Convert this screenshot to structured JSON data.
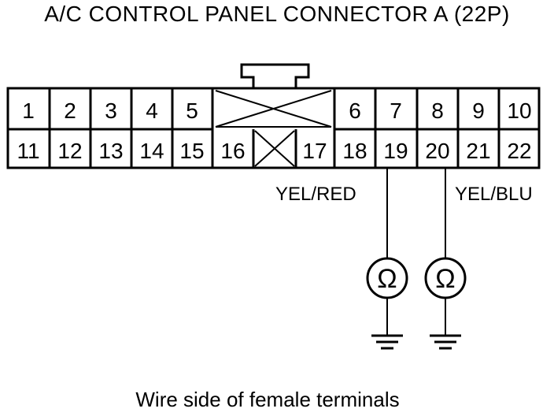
{
  "title": "A/C CONTROL PANEL CONNECTOR A (22P)",
  "caption": "Wire side of female terminals",
  "connector": {
    "top_row": [
      "1",
      "2",
      "3",
      "4",
      "5",
      "6",
      "7",
      "8",
      "9",
      "10"
    ],
    "bottom_row": [
      "11",
      "12",
      "13",
      "14",
      "15",
      "16",
      "17",
      "18",
      "19",
      "20",
      "21",
      "22"
    ]
  },
  "wires": [
    {
      "terminal": "19",
      "color": "YEL/RED",
      "meter_symbol": "Ω",
      "meter_icon": "ohmmeter-icon",
      "ground_icon": "ground-icon"
    },
    {
      "terminal": "20",
      "color": "YEL/BLU",
      "meter_symbol": "Ω",
      "meter_icon": "ohmmeter-icon",
      "ground_icon": "ground-icon"
    }
  ]
}
